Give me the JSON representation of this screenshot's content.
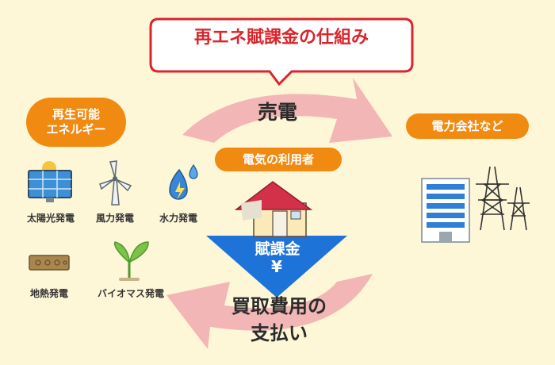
{
  "title": "再エネ賦課金の仕組み",
  "renewable": {
    "heading_line1": "再生可能",
    "heading_line2": "エネルギー",
    "sources": [
      {
        "label": "太陽光発電",
        "icon": "solar-panel-icon"
      },
      {
        "label": "風力発電",
        "icon": "wind-turbine-icon"
      },
      {
        "label": "水力発電",
        "icon": "water-drop-bolt-icon"
      },
      {
        "label": "地熱発電",
        "icon": "geothermal-icon"
      },
      {
        "label": "バイオマス発電",
        "icon": "sprout-icon"
      }
    ]
  },
  "flow": {
    "sell_label": "売電",
    "pay_line1": "買取費用の",
    "pay_line2": "支払い"
  },
  "consumer": {
    "label": "電気の利用者",
    "surcharge_label": "賦課金",
    "currency": "¥"
  },
  "utility": {
    "label": "電力会社など"
  },
  "colors": {
    "background": "#fdf7d8",
    "accent_orange": "#f08a10",
    "title_border": "#d9252b",
    "arrow_pink": "#f3b6b6",
    "arrow_blue": "#1e73d8"
  }
}
